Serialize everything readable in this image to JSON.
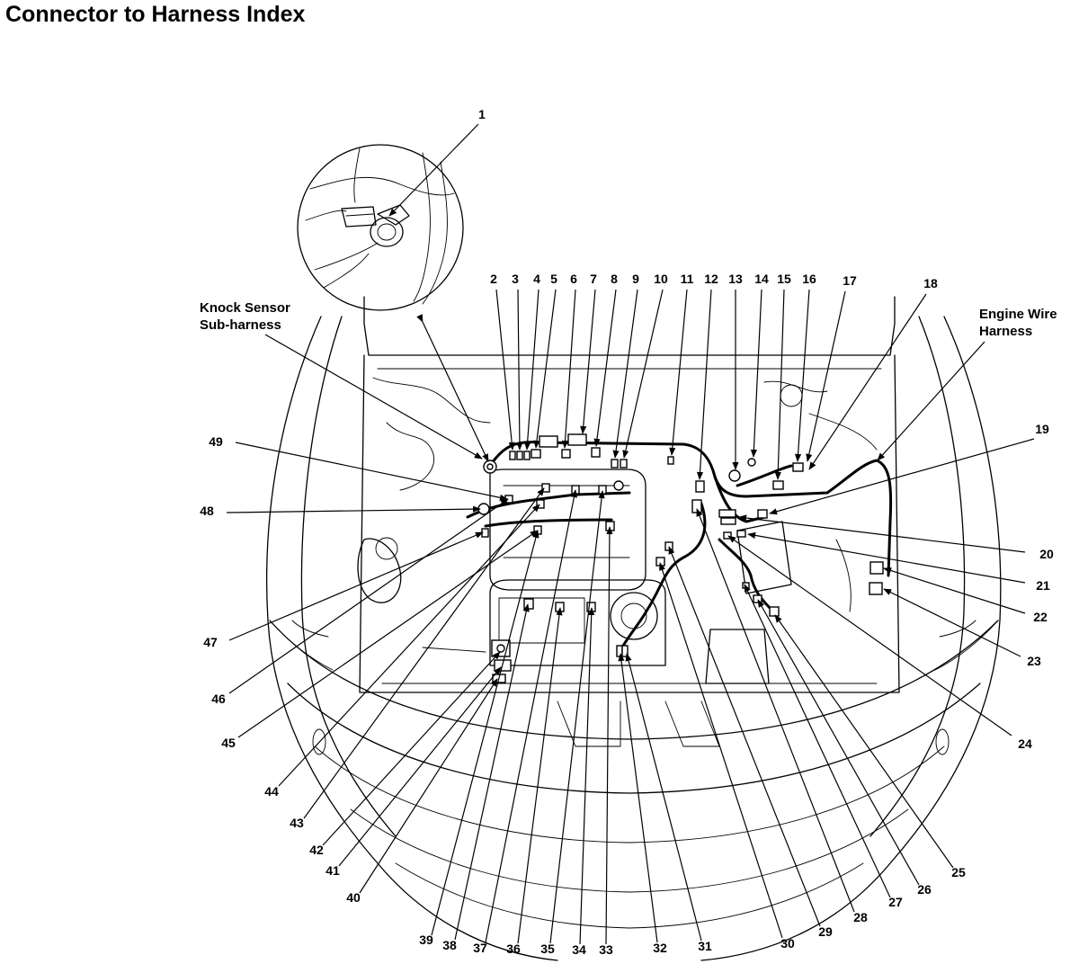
{
  "title": "Connector to Harness Index",
  "harness_labels": {
    "knock_sensor": [
      "Knock Sensor",
      "Sub-harness"
    ],
    "engine_wire": [
      "Engine Wire",
      "Harness"
    ]
  },
  "callouts": [
    {
      "n": "1"
    },
    {
      "n": "2"
    },
    {
      "n": "3"
    },
    {
      "n": "4"
    },
    {
      "n": "5"
    },
    {
      "n": "6"
    },
    {
      "n": "7"
    },
    {
      "n": "8"
    },
    {
      "n": "9"
    },
    {
      "n": "10"
    },
    {
      "n": "11"
    },
    {
      "n": "12"
    },
    {
      "n": "13"
    },
    {
      "n": "14"
    },
    {
      "n": "15"
    },
    {
      "n": "16"
    },
    {
      "n": "17"
    },
    {
      "n": "18"
    },
    {
      "n": "19"
    },
    {
      "n": "20"
    },
    {
      "n": "21"
    },
    {
      "n": "22"
    },
    {
      "n": "23"
    },
    {
      "n": "24"
    },
    {
      "n": "25"
    },
    {
      "n": "26"
    },
    {
      "n": "27"
    },
    {
      "n": "28"
    },
    {
      "n": "29"
    },
    {
      "n": "30"
    },
    {
      "n": "31"
    },
    {
      "n": "32"
    },
    {
      "n": "33"
    },
    {
      "n": "34"
    },
    {
      "n": "35"
    },
    {
      "n": "36"
    },
    {
      "n": "37"
    },
    {
      "n": "38"
    },
    {
      "n": "39"
    },
    {
      "n": "40"
    },
    {
      "n": "41"
    },
    {
      "n": "42"
    },
    {
      "n": "43"
    },
    {
      "n": "44"
    },
    {
      "n": "45"
    },
    {
      "n": "46"
    },
    {
      "n": "47"
    },
    {
      "n": "48"
    },
    {
      "n": "49"
    }
  ]
}
